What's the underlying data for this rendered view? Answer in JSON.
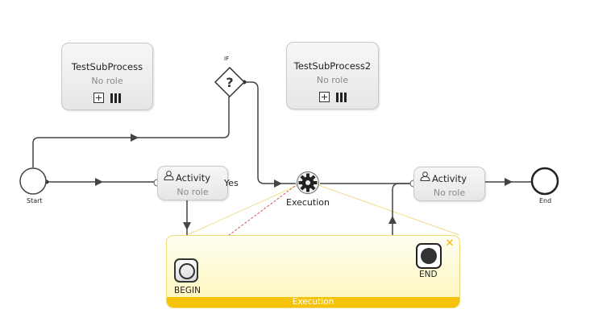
{
  "subprocesses": [
    {
      "title": "TestSubProcess",
      "role": "No role"
    },
    {
      "title": "TestSubProcess2",
      "role": "No role"
    }
  ],
  "activities": [
    {
      "title": "Activity",
      "role": "No role"
    },
    {
      "title": "Activity",
      "role": "No role"
    }
  ],
  "gateway": {
    "label": "IF",
    "symbol": "?"
  },
  "edge_label": "Yes",
  "events": {
    "start": "Start",
    "end": "End"
  },
  "execution": {
    "label": "Execution"
  },
  "subflow": {
    "title": "Execution",
    "begin": "BEGIN",
    "end": "END",
    "close_symbol": "✕"
  },
  "colors": {
    "subflow_bar": "#f4c30a",
    "dashed_link": "#e05050"
  }
}
